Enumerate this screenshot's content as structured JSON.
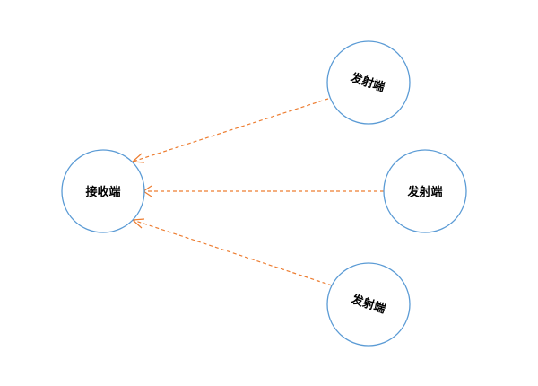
{
  "diagram": {
    "receiver": {
      "label": "接收端"
    },
    "transmitters": [
      {
        "label": "发射端"
      },
      {
        "label": "发射端"
      },
      {
        "label": "发射端"
      }
    ],
    "colors": {
      "node_stroke": "#5b9bd5",
      "edge_stroke": "#ed7d31",
      "node_fill": "#ffffff",
      "text": "#000000"
    },
    "edge_style": "dashed-arrow",
    "edge_direction": "transmitter-to-receiver"
  }
}
